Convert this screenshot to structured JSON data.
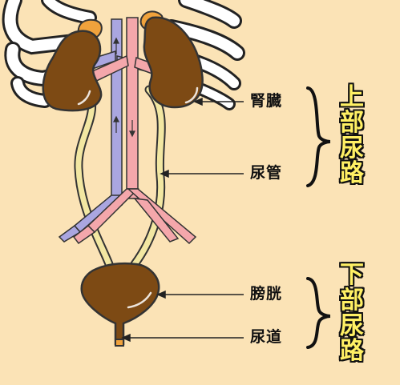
{
  "labels": {
    "kidney": "腎臓",
    "ureter": "尿管",
    "bladder": "膀胱",
    "urethra": "尿道"
  },
  "groups": {
    "upper": [
      "上",
      "部",
      "尿",
      "路"
    ],
    "lower": [
      "下",
      "部",
      "尿",
      "路"
    ]
  },
  "colors": {
    "background": "#fbe3b6",
    "organ": "#7d4a14",
    "adrenal": "#f0a23c",
    "ureter": "#f2e7a2",
    "artery": "#f4a7ab",
    "vein": "#aaa6e0",
    "bone": "#ffffff",
    "group_text": "#fff064"
  }
}
